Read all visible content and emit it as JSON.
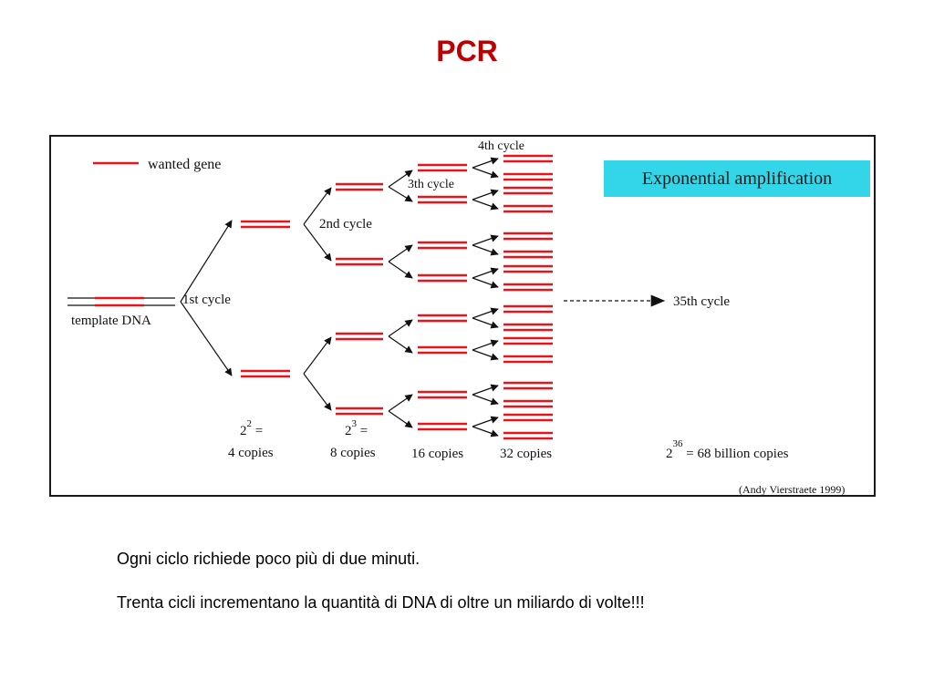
{
  "slide": {
    "title": "PCR",
    "captions": [
      "Ogni ciclo richiede poco più di due minuti.",
      "Trenta cicli incrementano la quantità di DNA di oltre un miliardo di volte!!!"
    ]
  },
  "diagram": {
    "legend_label": "wanted gene",
    "template_label": "template DNA",
    "badge": "Exponential amplification",
    "cycle_labels": {
      "first": "1st cycle",
      "second": "2nd cycle",
      "third": "3th cycle",
      "fourth": "4th cycle",
      "final": "35th cycle"
    },
    "copies": {
      "c4": {
        "base": "2",
        "exp": "2",
        "eq": " =",
        "label": "4 copies"
      },
      "c8": {
        "base": "2",
        "exp": "3",
        "eq": " =",
        "label": "8 copies"
      },
      "c16": {
        "label": "16 copies"
      },
      "c32": {
        "label": "32 copies"
      },
      "final": {
        "base": "2",
        "exp": "36",
        "rest": " = 68 billion copies"
      }
    },
    "credit": "(Andy Vierstraete 1999)",
    "colors": {
      "gene": "#e8141c",
      "badge": "#33d6e8",
      "title": "#c00000"
    }
  }
}
